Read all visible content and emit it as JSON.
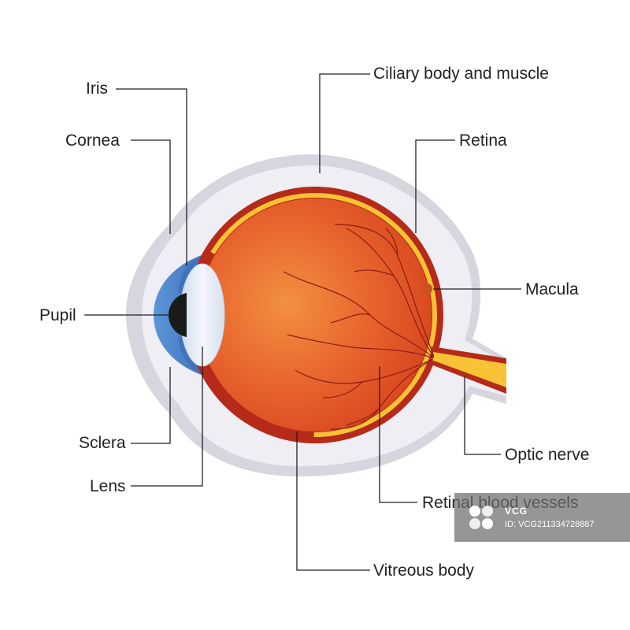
{
  "labels": {
    "iris": "Iris",
    "cornea": "Cornea",
    "pupil": "Pupil",
    "sclera": "Sclera",
    "lens": "Lens",
    "ciliary": "Ciliary body and muscle",
    "retina": "Retina",
    "macula": "Macula",
    "optic_nerve": "Optic nerve",
    "retinal_vessels": "Retinal blood vessels",
    "vitreous": "Vitreous body"
  },
  "watermark": {
    "brand": "VCG",
    "id": "ID: VCG211334728887"
  },
  "colors": {
    "sclera_outer": "#d6d6de",
    "sclera_inner": "#eeeef4",
    "eyeball_dark": "#b52a18",
    "eyeball_mid": "#e3562a",
    "eyeball_center": "#f08a3c",
    "retina_yellow": "#f7c234",
    "iris_blue": "#4d86cf",
    "lens": "#e6edf7",
    "pupil": "#1a1a1a",
    "vessel": "#8e1c14",
    "leader_line": "#222222"
  }
}
